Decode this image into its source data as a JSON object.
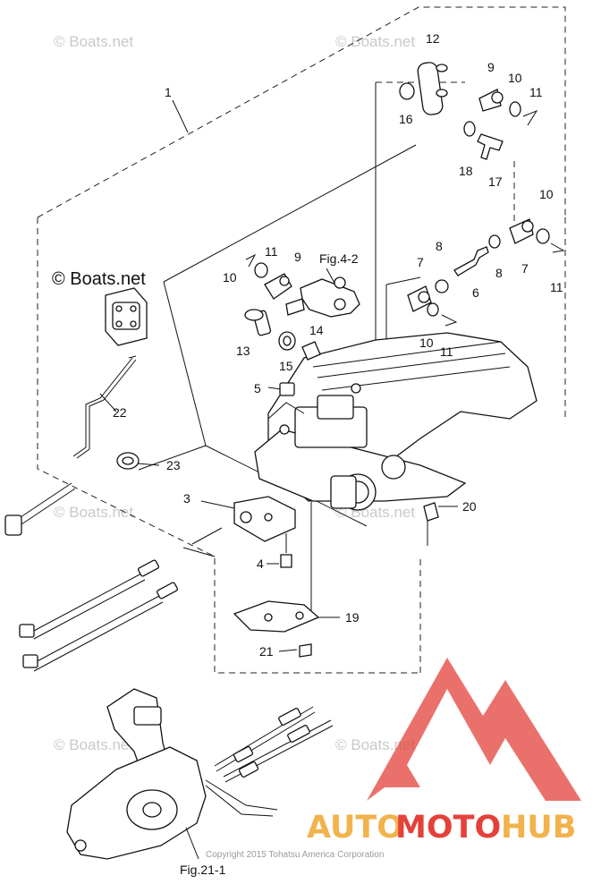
{
  "watermarks": {
    "boats_net": "© Boats.net",
    "copyright": "Copyright 2015 Tohatsu America Corporation"
  },
  "callouts": {
    "c1": "1",
    "c12": "12",
    "c9a": "9",
    "c10a": "10",
    "c11a": "11",
    "c16": "16",
    "c18": "18",
    "c17": "17",
    "c10b": "10",
    "c8a": "8",
    "c7a": "7",
    "c8b": "8",
    "c7b": "7",
    "c6": "6",
    "c11b": "11",
    "c11c": "11",
    "c9b": "9",
    "c10c": "10",
    "fig42": "Fig.4-2",
    "c13": "13",
    "c14": "14",
    "c15": "15",
    "c10d": "10",
    "c11d": "11",
    "c5": "5",
    "c22": "22",
    "c23": "23",
    "c3": "3",
    "c20": "20",
    "c4": "4",
    "c19": "19",
    "c21": "21",
    "fig211": "Fig.21-1"
  },
  "logo": {
    "part_auto": "AUTO",
    "part_moto": "MOTO",
    "part_hub": "HUB",
    "color_auto": "#f2b24c",
    "color_moto": "#e3423a",
    "color_hub": "#f2b24c"
  }
}
